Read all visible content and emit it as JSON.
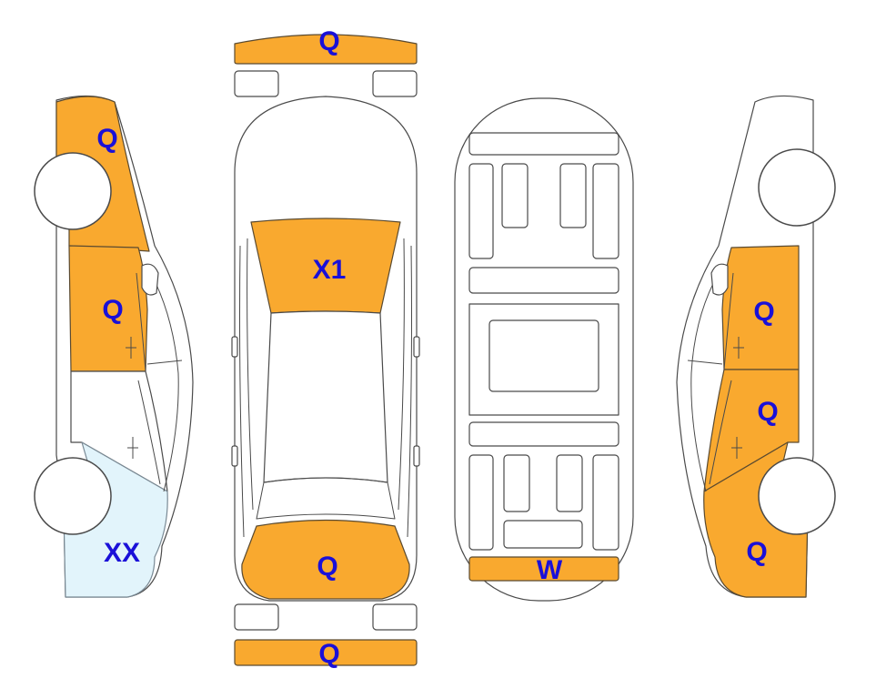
{
  "colors": {
    "marked": "#f9a92f",
    "clear_marked": "#e2f4fb",
    "code_text": "#1a10d8",
    "outline": "#4a4a4a"
  },
  "codes": {
    "front_bumper": "Q",
    "hood": "X1",
    "roof": "",
    "trunk_lid": "Q",
    "rear_bumper": "Q",
    "underbody_rear": "W",
    "left_front_fender": "Q",
    "left_front_door": "Q",
    "left_rear_quarter": "XX",
    "right_rear_door": "Q",
    "right_front_door": "Q",
    "right_front_fender": "Q"
  }
}
